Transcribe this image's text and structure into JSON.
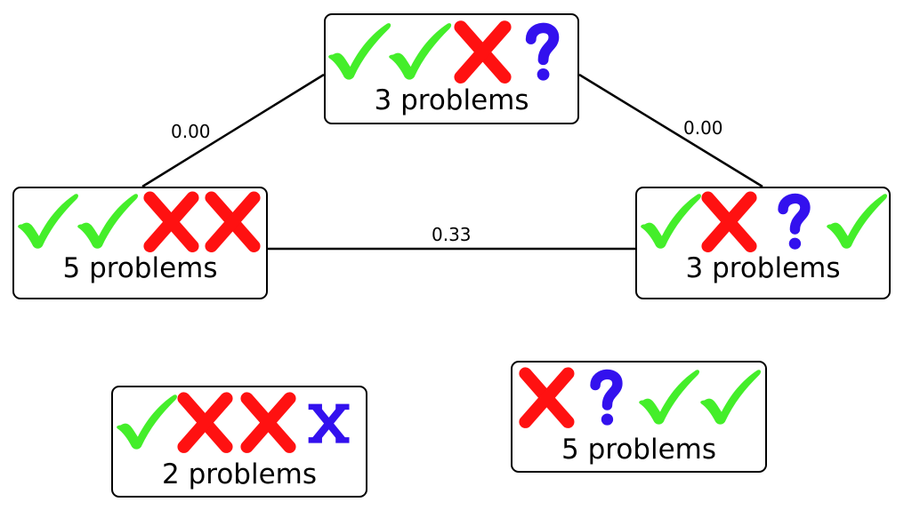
{
  "colors": {
    "check": "#44ee2a",
    "cross": "#ff1111",
    "question": "#3311ee",
    "x_mark": "#3311ee",
    "line": "#000000",
    "border": "#000000"
  },
  "nodes": [
    {
      "id": "top",
      "label": "3 problems",
      "marks": [
        "check",
        "check",
        "cross",
        "question"
      ]
    },
    {
      "id": "left",
      "label": "5 problems",
      "marks": [
        "check",
        "check",
        "cross",
        "cross"
      ]
    },
    {
      "id": "right",
      "label": "3 problems",
      "marks": [
        "check",
        "cross",
        "question",
        "check"
      ]
    },
    {
      "id": "bottom-left",
      "label": "2 problems",
      "marks": [
        "check",
        "cross",
        "cross",
        "x"
      ]
    },
    {
      "id": "bottom-right",
      "label": "5 problems",
      "marks": [
        "cross",
        "question",
        "check",
        "check"
      ]
    }
  ],
  "edges": [
    {
      "from": "top",
      "to": "left",
      "label": "0.00"
    },
    {
      "from": "top",
      "to": "right",
      "label": "0.00"
    },
    {
      "from": "left",
      "to": "right",
      "label": "0.33"
    }
  ]
}
